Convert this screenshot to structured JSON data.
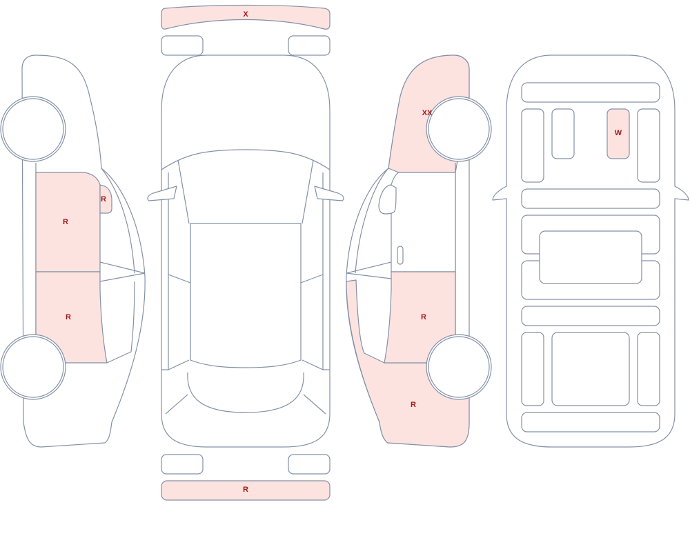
{
  "colors": {
    "outline": "#8390a6",
    "damage_fill": "#fde3e0",
    "mark_text": "#a11b1b",
    "background": "#ffffff"
  },
  "damage_marks": {
    "front_bumper": "X",
    "rear_bumper": "R",
    "left_front_door": "R",
    "left_mirror": "R",
    "left_rear_door": "R",
    "right_front_fender": "XX",
    "right_rear_door": "R",
    "right_rear_quarter": "R",
    "interior_seat": "W"
  }
}
